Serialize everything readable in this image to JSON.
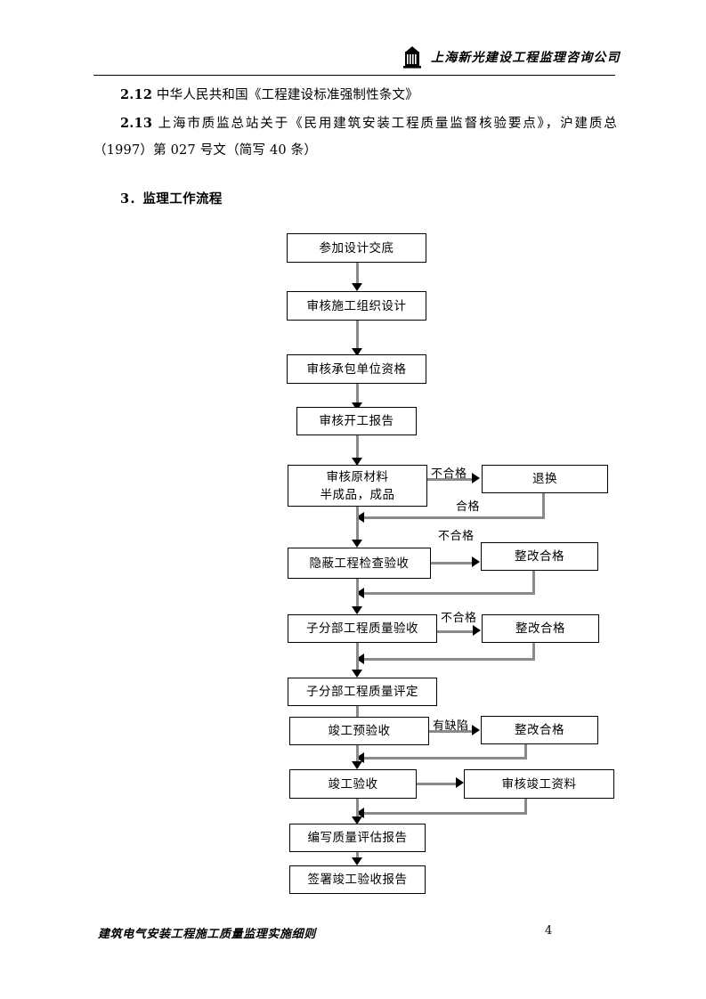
{
  "header": {
    "company": "上海新光建设工程监理咨询公司",
    "logo_icon": "building-icon"
  },
  "body": {
    "paragraphs": [
      {
        "number": "2.12",
        "text": " 中华人民共和国《工程建设标准强制性条文》"
      },
      {
        "number": "2.13",
        "text": " 上海市质监总站关于《民用建筑安装工程质量监督核验要点》，沪建质总（1997）第 027 号文（简写 40 条）"
      }
    ],
    "section_heading": "3．监理工作流程"
  },
  "flowchart": {
    "main_nodes": [
      {
        "id": "n1",
        "label": "参加设计交底"
      },
      {
        "id": "n2",
        "label": "审核施工组织设计"
      },
      {
        "id": "n3",
        "label": "审核承包单位资格"
      },
      {
        "id": "n4",
        "label": "审核开工报告"
      },
      {
        "id": "n5",
        "label_line1": "审核原材料",
        "label_line2": "半成品，成品"
      },
      {
        "id": "n6",
        "label": "隐蔽工程检查验收"
      },
      {
        "id": "n7",
        "label": "子分部工程质量验收"
      },
      {
        "id": "n8",
        "label": "子分部工程质量评定"
      },
      {
        "id": "n9",
        "label": "竣工预验收"
      },
      {
        "id": "n10",
        "label": "竣工验收"
      },
      {
        "id": "n11",
        "label": "编写质量评估报告"
      },
      {
        "id": "n12",
        "label": "签署竣工验收报告"
      }
    ],
    "branch_nodes": [
      {
        "id": "b1",
        "label": "退换"
      },
      {
        "id": "b2",
        "label": "整改合格"
      },
      {
        "id": "b3",
        "label": "整改合格"
      },
      {
        "id": "b4",
        "label": "整改合格"
      },
      {
        "id": "b5",
        "label": "审核竣工资料"
      }
    ],
    "edge_labels": [
      {
        "id": "e1",
        "label": "不合格"
      },
      {
        "id": "e2",
        "label": "合格"
      },
      {
        "id": "e3",
        "label": "不合格"
      },
      {
        "id": "e4",
        "label": "不合格"
      },
      {
        "id": "e5",
        "label": "有缺陷"
      }
    ]
  },
  "footer": {
    "title": "建筑电气安装工程施工质量监理实施细则",
    "page_number": "4"
  }
}
